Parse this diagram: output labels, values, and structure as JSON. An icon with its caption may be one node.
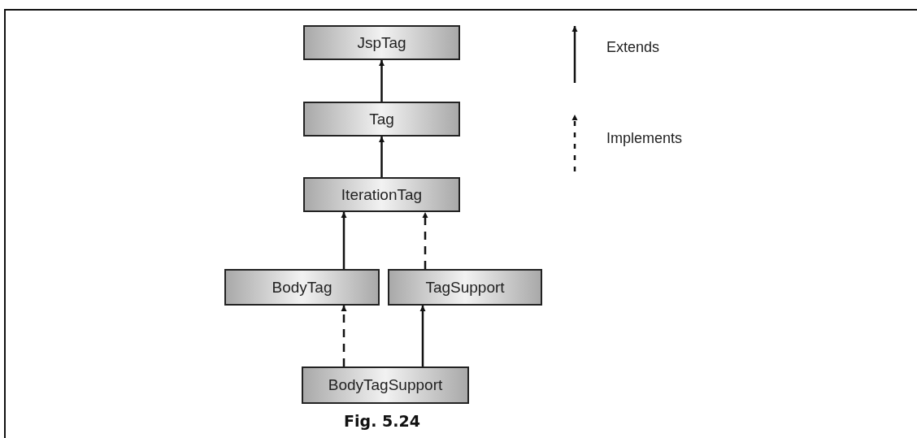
{
  "diagram": {
    "caption": "Fig. 5.24",
    "nodes": [
      {
        "text": [
          "JspTag"
        ]
      },
      {
        "text": [
          "Tag"
        ]
      },
      {
        "text": [
          "IterationTag"
        ]
      },
      {
        "text": [
          "BodyTag"
        ]
      },
      {
        "text": [
          "TagSupport"
        ]
      },
      {
        "text": [
          "BodyTagSupport"
        ]
      }
    ],
    "edges": [
      {
        "from": 1,
        "to": 0,
        "arrow": "to"
      },
      {
        "from": 2,
        "to": 1,
        "arrow": "to"
      },
      {
        "from": 3,
        "to": 2,
        "arrow": "to"
      },
      {
        "from": 4,
        "to": 2,
        "arrow": "to",
        "style": "dashed"
      },
      {
        "from": 5,
        "to": 3,
        "arrow": "to",
        "style": "dashed"
      },
      {
        "from": 5,
        "to": 4,
        "arrow": "to"
      }
    ],
    "legend": [
      {
        "text": "Extends"
      },
      {
        "text": "Implements"
      }
    ]
  }
}
